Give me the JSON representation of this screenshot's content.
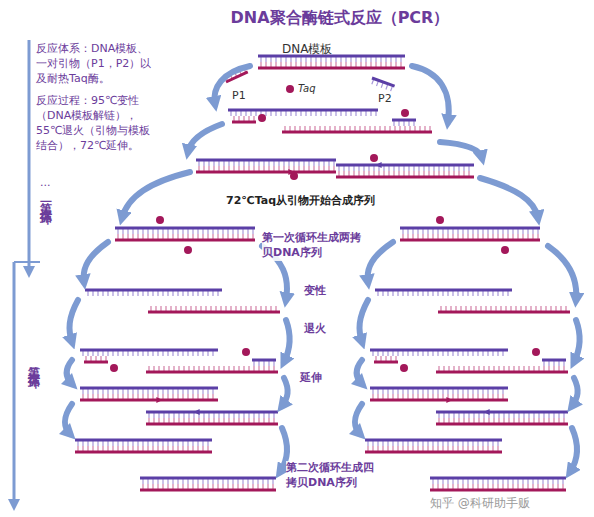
{
  "diagram": {
    "title": "DNA聚合酶链式反应（PCR）",
    "labels": [
      "DNA模板",
      "P1",
      "Taq",
      "P2",
      "反应体系：DNA模板、一对引物（P1，P2）以及耐热Taq酶。",
      "反应过程：95℃变性（DNA模板解链），55℃退火（引物与模板结合），72℃延伸。",
      "...",
      "第一次循环",
      "72℃Taq从引物开始合成序列",
      "第一次循环生成两拷贝DNA序列",
      "变性",
      "退火",
      "延伸",
      "第二次循环",
      "第二次循环生成四拷贝DNA序列",
      "知乎 @科研助手贩"
    ]
  }
}
